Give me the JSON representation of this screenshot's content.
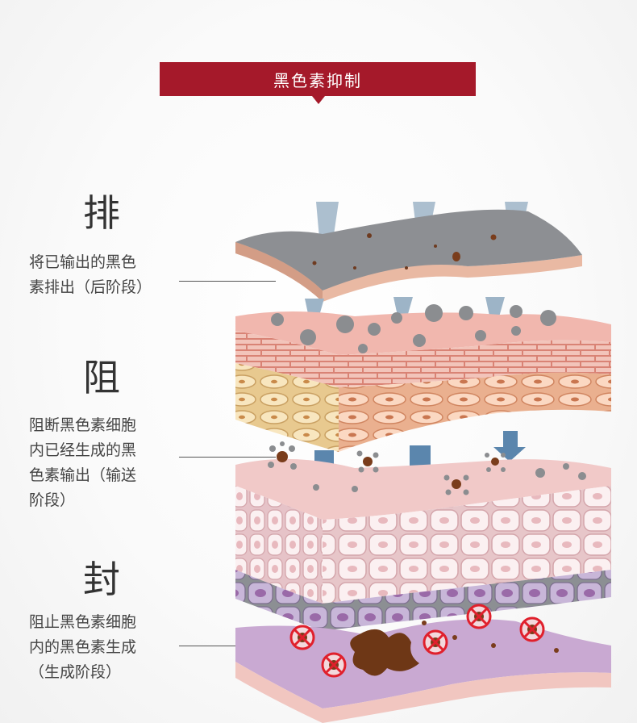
{
  "header": {
    "title": "黑色素抑制"
  },
  "stages": [
    {
      "char": "排",
      "description": "将已输出的黑色\n素排出（后阶段）"
    },
    {
      "char": "阻",
      "description": "阻断黑色素细胞\n内已经生成的黑\n色素输出（输送\n阶段）"
    },
    {
      "char": "封",
      "description": "阻止黑色素细胞\n内的黑色素生成\n（生成阶段）"
    }
  ],
  "colors": {
    "header_bg": "#a5192a",
    "arrow_blue": "#5b86ad",
    "pigment": "#7a3d1c",
    "stop_red": "#e0202c"
  }
}
